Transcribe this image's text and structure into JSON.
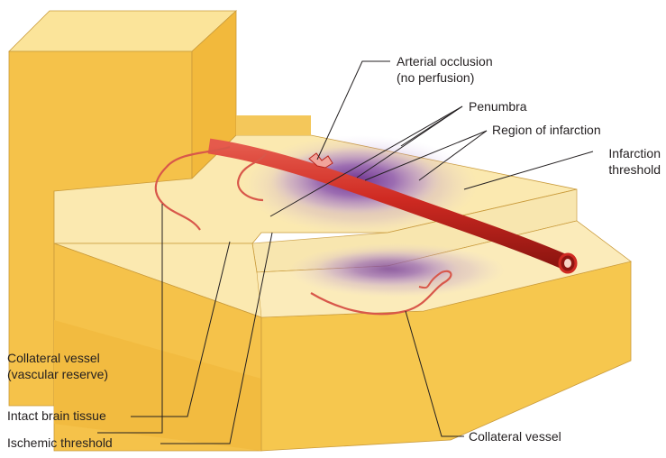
{
  "labels": {
    "arterial_occlusion": "Arterial occlusion",
    "arterial_occlusion_sub": "(no perfusion)",
    "penumbra": "Penumbra",
    "region_of_infarction": "Region of infarction",
    "infarction": "Infarction",
    "threshold": "threshold",
    "collateral_vessel_reserve": "Collateral vessel",
    "collateral_vessel_reserve_sub": "(vascular reserve)",
    "intact_brain_tissue": "Intact brain tissue",
    "ischemic_threshold": "Ischemic threshold",
    "collateral_vessel": "Collateral vessel"
  },
  "colors": {
    "block_top": "#fbe49a",
    "block_side": "#f5c24a",
    "block_dark": "#e9ac2e",
    "infarct_core": "#6a2f8e",
    "penumbra": "#b48fd0",
    "artery": "#cf2a22",
    "collateral": "#d8574a"
  }
}
